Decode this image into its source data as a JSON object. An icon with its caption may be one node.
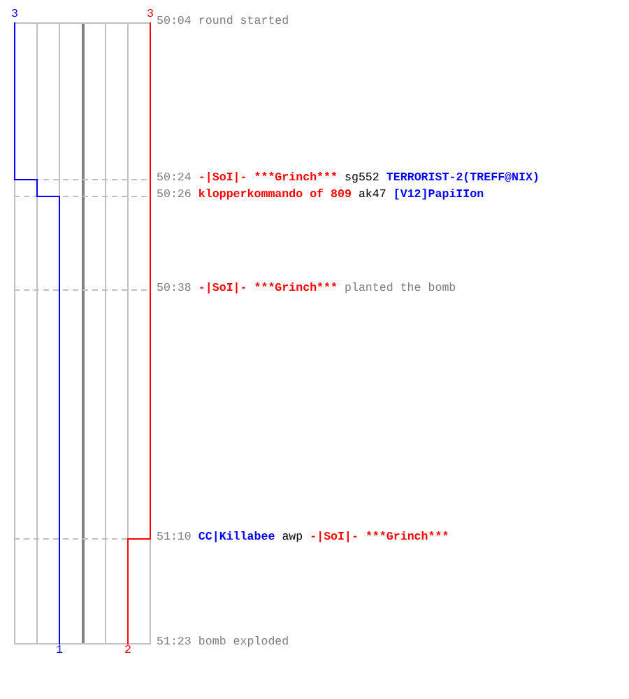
{
  "diagram": {
    "labels": [
      "3",
      "3",
      "50:04",
      "round started",
      "50:24",
      "-|SoI|- ***Grinch***",
      "sg552",
      "TERRORIST-2(TREFF@NIX)",
      "50:26",
      "klopperkommando of 809",
      "ak47",
      "[V12]PapiIIon",
      "50:38",
      "-|SoI|- ***Grinch***",
      "planted the bomb",
      "51:10",
      "CC|Killabee",
      "awp",
      "-|SoI|- ***Grinch***",
      "1",
      "2",
      "51:23",
      "bomb exploded"
    ]
  }
}
